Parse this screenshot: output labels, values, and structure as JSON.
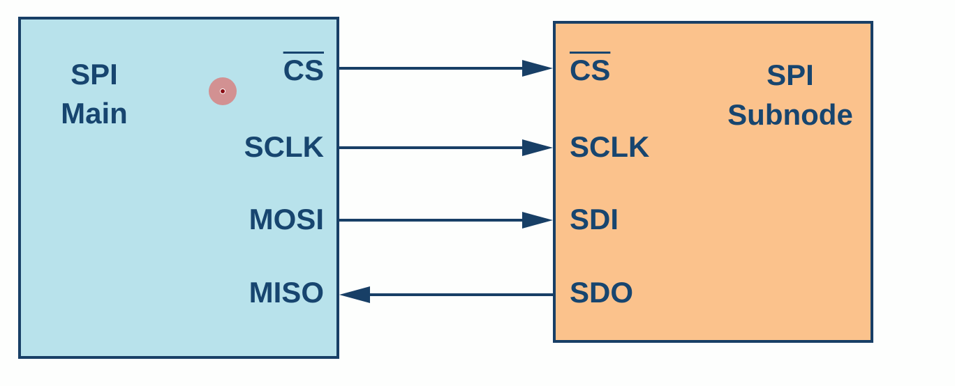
{
  "main": {
    "title_line1": "SPI",
    "title_line2": "Main",
    "pins": [
      "CS",
      "SCLK",
      "MOSI",
      "MISO"
    ],
    "fill": "#b8e2eb"
  },
  "subnode": {
    "title_line1": "SPI",
    "title_line2": "Subnode",
    "pins": [
      "CS",
      "SCLK",
      "SDI",
      "SDO"
    ],
    "fill": "#fbc28c"
  },
  "connections": [
    {
      "from": "CS",
      "to": "CS",
      "direction": "main-to-subnode",
      "active_low": true
    },
    {
      "from": "SCLK",
      "to": "SCLK",
      "direction": "main-to-subnode"
    },
    {
      "from": "MOSI",
      "to": "SDI",
      "direction": "main-to-subnode"
    },
    {
      "from": "SDO",
      "to": "MISO",
      "direction": "subnode-to-main"
    }
  ],
  "colors": {
    "line": "#183f66",
    "text": "#17456f"
  }
}
